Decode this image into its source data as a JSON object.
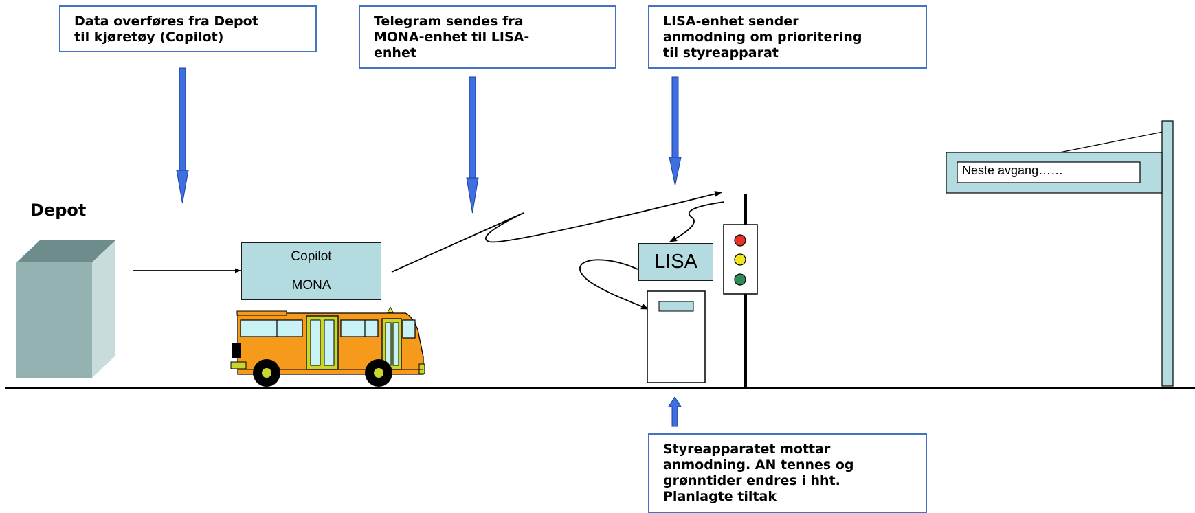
{
  "callouts": {
    "depot_transfer": "Data overføres fra Depot\ntil kjøretøy (Copilot)",
    "telegram": "Telegram sendes fra\nMONA-enhet til LISA-\nenhet",
    "lisa_request": "LISA-enhet sender\nanmodning om prioritering\ntil styreapparat",
    "controller": "Styreapparatet mottar\nanmodning. AN tennes og\ngrønntider endres i hht.\nPlanlagte tiltak"
  },
  "depot": {
    "label": "Depot"
  },
  "vehicle_units": {
    "copilot": "Copilot",
    "mona": "MONA"
  },
  "lisa": {
    "label": "LISA"
  },
  "sign": {
    "text": "Neste avgang……"
  },
  "colors": {
    "callout_border": "#4472C4",
    "blue_arrow": "#3D6FE0",
    "unit_fill": "#B4DCE0",
    "bus_body": "#F59A1B",
    "depot_front": "#95B2B3",
    "signal_red": "#E53222",
    "signal_yellow": "#F2E51E",
    "signal_green": "#2E8B57"
  }
}
